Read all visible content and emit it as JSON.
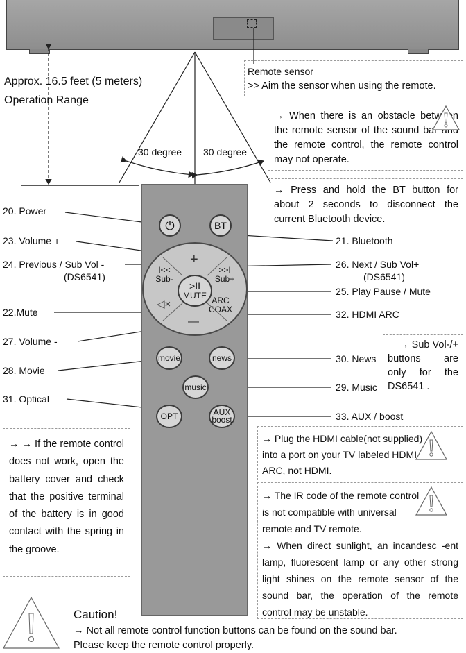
{
  "range": {
    "line1": "Approx. 16.5 feet (5 meters)",
    "line2": "Operation Range"
  },
  "angles": {
    "left": "30 degree",
    "right": "30 degree"
  },
  "sensor_box": {
    "title": "Remote sensor",
    "text": ">> Aim the sensor when using the remote."
  },
  "notes": {
    "obstacle": "→ When there is an obstacle between the remote sensor of the sound bar and the remote control, the remote control may not operate.",
    "bt": "→ Press and hold the BT button for about 2 seconds to disconnect the current Bluetooth device.",
    "subvol_line1": "→ Sub Vol-/+",
    "subvol_line2": "buttons are",
    "subvol_line3": "only for the",
    "subvol_line4": "DS6541 .",
    "battery": "→ → If the remote control does not work, open the battery cover and check that the positive terminal of the battery is in good contact with the spring in the groove.",
    "hdmi": "→ Plug the HDMI cable(not supplied) into a port on your TV labeled HDMI ARC, not HDMI.",
    "ir_1": "→ The IR code of the remote control is not compatible with universal remote and TV remote.",
    "ir_2": "→ When direct sunlight, an incandesc -ent lamp, fluorescent lamp or any other strong light shines on the remote sensor of the sound bar, the operation of the remote control may be unstable."
  },
  "labels_left": {
    "power": "20. Power",
    "vol_up": "23. Volume +",
    "prev": "24. Previous / Sub Vol -",
    "prev_model": "(DS6541)",
    "mute": "22.Mute",
    "vol_down": "27. Volume -",
    "movie": "28. Movie",
    "optical": "31. Optical"
  },
  "labels_right": {
    "bluetooth": "21. Bluetooth",
    "next": "26. Next / Sub Vol+",
    "next_model": "(DS6541)",
    "play": "25. Play Pause / Mute",
    "hdmi": "32. HDMI ARC",
    "news": "30. News",
    "music": "29. Music",
    "aux": "33. AUX / boost"
  },
  "buttons": {
    "power": "⏻",
    "bt": "BT",
    "plus": "+",
    "minus": "—",
    "prev1": "I<<",
    "prev2": "Sub-",
    "next1": ">>I",
    "next2": "Sub+",
    "play1": ">II",
    "play2": "MUTE",
    "arc1": "ARC",
    "arc2": "COAX",
    "mute": "◁×",
    "movie": "movie",
    "news": "news",
    "music": "music",
    "opt": "OPT",
    "aux1": "AUX",
    "aux2": "boost"
  },
  "caution": {
    "title": "Caution!",
    "text1": "→ Not all remote control function buttons can be found on the sound bar.",
    "text2": "Please keep the remote control properly."
  },
  "colors": {
    "remote_body": "#999999",
    "soundbar": "#9d9d9d",
    "button": "#d6d6d6",
    "dashed_border": "#9a9a9a"
  }
}
